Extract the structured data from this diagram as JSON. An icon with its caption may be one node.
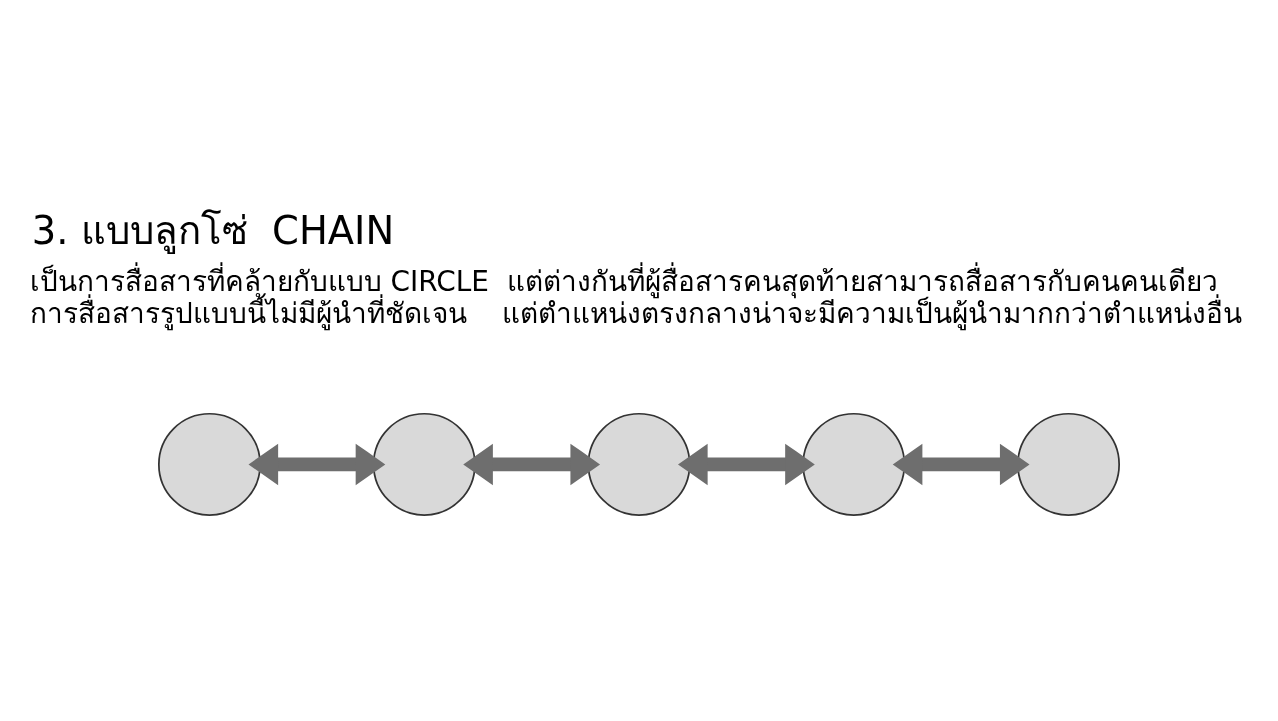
{
  "diagram": {
    "title": "3. แบบลูกโซ่  CHAIN",
    "nodes": [
      {
        "text": [],
        "shape": "circle"
      },
      {
        "text": [],
        "shape": "circle"
      },
      {
        "text": [],
        "shape": "circle"
      },
      {
        "text": [],
        "shape": "circle"
      },
      {
        "text": [],
        "shape": "circle"
      }
    ],
    "edges": [
      {
        "from": 0,
        "to": 1,
        "arrow": "both"
      },
      {
        "from": 1,
        "to": 2,
        "arrow": "both"
      },
      {
        "from": 2,
        "to": 3,
        "arrow": "both"
      },
      {
        "from": 3,
        "to": 4,
        "arrow": "both"
      }
    ],
    "labels": [
      "เป็นการสื่อสารที่คล้ายกับแบบ CIRCLE  แต่ต่างกันที่ผู้สื่อสารคนสุดท้ายสามารถสื่อสารกับคนคนเดียว การสื่อสารรูปแบบนี้ไม่มีผู้นำที่ชัดเจน    แต่ตำแหน่งตรงกลางน่าจะมีความเป็นผู้นำมากกว่าตำแหน่งอื่น"
    ]
  }
}
